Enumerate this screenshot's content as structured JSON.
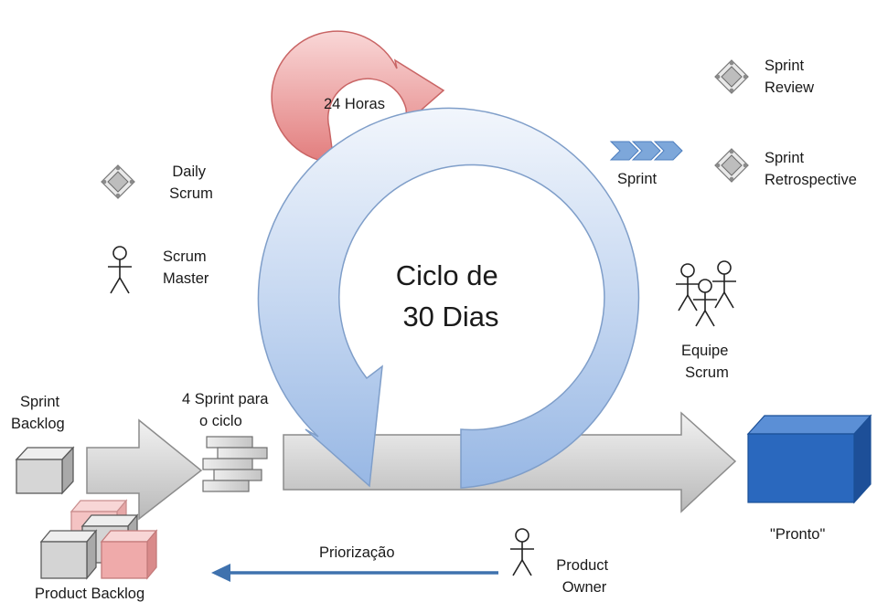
{
  "labels": {
    "daily_scrum": [
      "Daily",
      "Scrum"
    ],
    "scrum_master": [
      "Scrum",
      "Master"
    ],
    "hours": "24 Horas",
    "cycle": [
      "Ciclo de",
      "30 Dias"
    ],
    "sprint": "Sprint",
    "sprint_review": [
      "Sprint",
      "Review"
    ],
    "sprint_retrospective": [
      "Sprint",
      "Retrospective"
    ],
    "team": [
      "Equipe",
      "Scrum"
    ],
    "sprint_backlog": [
      "Sprint",
      "Backlog"
    ],
    "sprints_per_cycle": [
      "4 Sprint para",
      "o ciclo"
    ],
    "done": "\"Pronto\"",
    "prioritization": "Priorização",
    "product_owner": [
      "Product",
      "Owner"
    ],
    "product_backlog": "Product Backlog"
  },
  "colors": {
    "small_cycle": "#e88e8e",
    "big_cycle": "#a9c4e9",
    "done_box": "#2a68be",
    "flow_arrow": "#d3d3d3",
    "priority_arrow": "#3f72ae",
    "sprint_chevrons": "#7da7da",
    "product_backlog_highlight": "#f1b9b9"
  },
  "icons": [
    "stakeholder-figure-icon",
    "diamond-event-icon",
    "chevron-sprint-icon",
    "team-figures-icon"
  ]
}
